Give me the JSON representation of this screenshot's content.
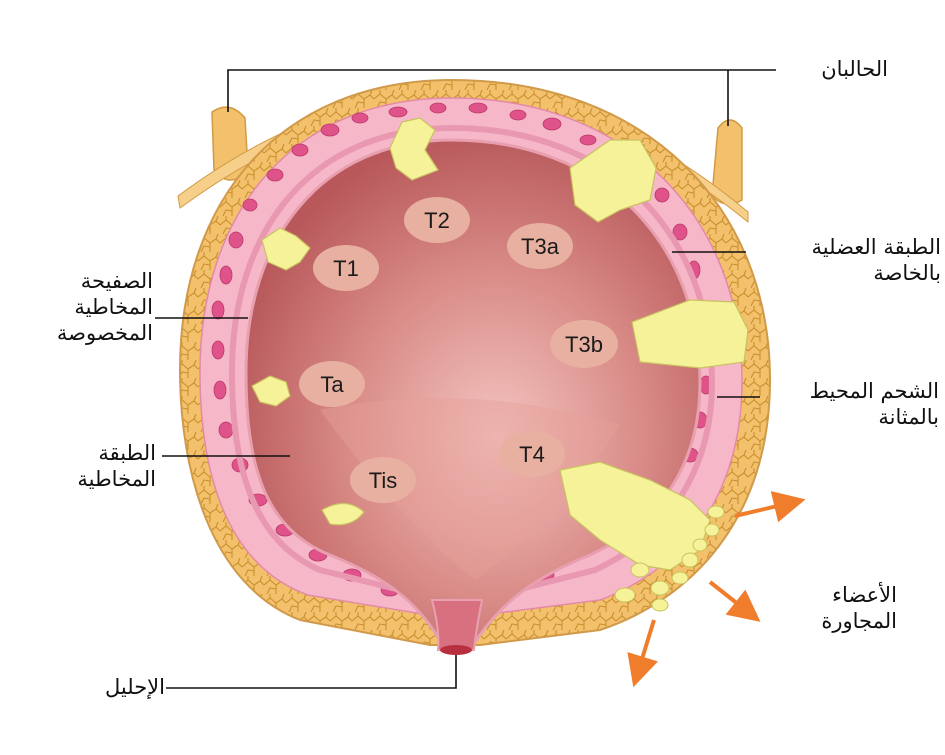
{
  "labels": {
    "ureters": "الحالبان",
    "detrusor_line1": "الطبقة العضلية",
    "detrusor_line2": "بالخاصة",
    "lamina_line1": "الصفيحة",
    "lamina_line2": "المخاطية",
    "lamina_line3": "المخصوصة",
    "perivesical_line1": "الشحم المحيط",
    "perivesical_line2": "بالمثانة",
    "mucosa_line1": "الطبقة",
    "mucosa_line2": "المخاطية",
    "adjacent_line1": "الأعضاء",
    "adjacent_line2": "المجاورة",
    "urethra": "الإحليل"
  },
  "stages": {
    "t2": "T2",
    "t3a": "T3a",
    "t1": "T1",
    "t3b": "T3b",
    "ta": "Ta",
    "t4": "T4",
    "tis": "Tis"
  },
  "colors": {
    "fat": "#f3c06b",
    "fat_line": "#c48a2e",
    "muscle": "#f6b8c8",
    "muscle_cell": "#e0528a",
    "cavity": "#cf7070",
    "tumor": "#f6f29a",
    "stage_bubble": "#e8b0a0",
    "arrow": "#f07d2c"
  }
}
